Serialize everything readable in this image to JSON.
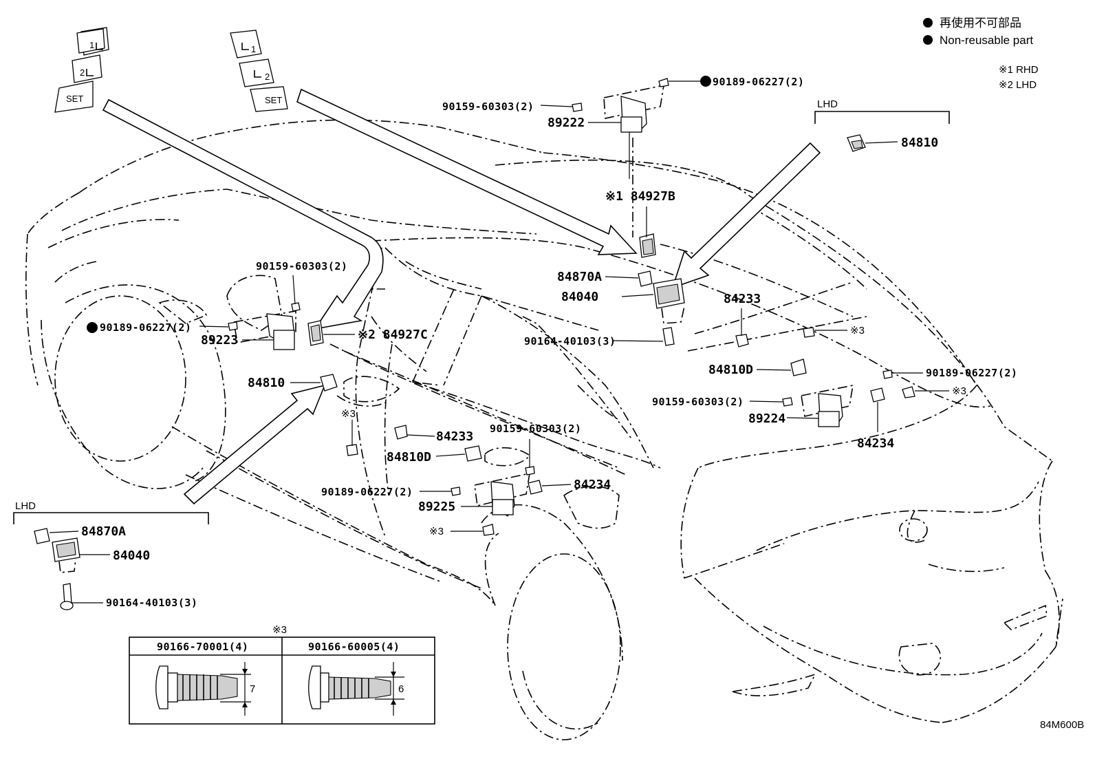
{
  "legend": {
    "line1": "再使用不可部品",
    "line2": "Non-reusable part",
    "note1": "※1 RHD",
    "note2": "※2 LHD"
  },
  "switch_labels": {
    "one": "1",
    "two": "2",
    "set": "SET"
  },
  "callouts": {
    "c_90189_top": "90189-06227(2)",
    "c_90159_top": "90159-60303(2)",
    "c_89222": "89222",
    "c_lhd_top": "LHD",
    "c_84810_top": "84810",
    "c_84927b": "※1 84927B",
    "c_84870a_mid": "84870A",
    "c_84040_mid": "84040",
    "c_84233_mid": "84233",
    "c_x3_a": "※3",
    "c_90164_mid": "90164-40103(3)",
    "c_84810d_mid": "84810D",
    "c_90189_right": "90189-06227(2)",
    "c_90159_right": "90159-60303(2)",
    "c_x3_b": "※3",
    "c_89224": "89224",
    "c_84234_right": "84234",
    "c_90159_left": "90159-60303(2)",
    "c_90189_left": "90189-06227(2)",
    "c_89223": "89223",
    "c_84927c": "※2 84927C",
    "c_84810_left": "84810",
    "c_x3_c": "※3",
    "c_84233_lower": "84233",
    "c_90159_lower": "90159-60303(2)",
    "c_84810d_lower": "84810D",
    "c_84234_lower": "84234",
    "c_90189_lower": "90189-06227(2)",
    "c_89225": "89225",
    "c_x3_d": "※3",
    "c_lhd_left": "LHD",
    "c_84870a_left": "84870A",
    "c_84040_left": "84040",
    "c_90164_left": "90164-40103(3)"
  },
  "table": {
    "group_label": "※3",
    "col1": "90166-70001(4)",
    "col2": "90166-60005(4)",
    "dim1": "7",
    "dim2": "6"
  },
  "figure_code": "84M600B"
}
